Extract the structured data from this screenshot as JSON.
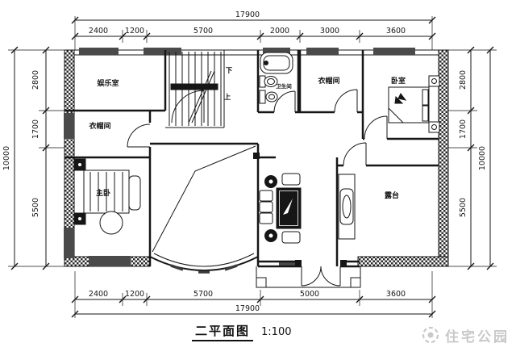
{
  "title": {
    "text": "二平面图",
    "scale": "1:100"
  },
  "watermark": {
    "text": "住宅公园"
  },
  "rooms": {
    "entertainment": "娱乐室",
    "cloakroom_left": "衣帽间",
    "master_bedroom": "主卧",
    "bathroom": "卫生间",
    "cloakroom_right": "衣帽间",
    "bedroom": "卧室",
    "terrace": "露台"
  },
  "stairs": {
    "down": "下",
    "up": "上"
  },
  "dims": {
    "top": {
      "total": "17900",
      "segments": [
        "2400",
        "1200",
        "5700",
        "2000",
        "3000",
        "3600"
      ]
    },
    "bottom": {
      "total": "17900",
      "segments": [
        "2400",
        "1200",
        "5700",
        "5000",
        "3600"
      ]
    },
    "left": {
      "total": "10000",
      "segments": [
        "2800",
        "1700",
        "5500"
      ]
    },
    "right": {
      "total": "10000",
      "segments": [
        "2800",
        "1700",
        "5500"
      ]
    }
  },
  "colors": {
    "line": "#161616",
    "window": "#4a4a4a",
    "watermark": "#c9c9c9"
  }
}
